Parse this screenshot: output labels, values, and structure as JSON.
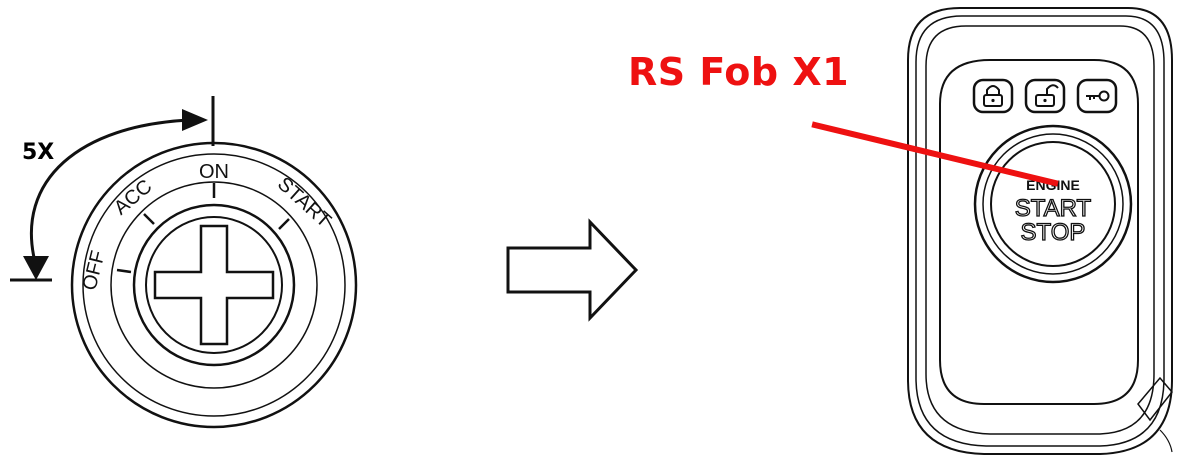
{
  "rotation_count": "5X",
  "ignition_positions": [
    "OFF",
    "ACC",
    "ON",
    "START"
  ],
  "fob_name": "RS Fob X1",
  "fob_button": {
    "line1": "ENGINE",
    "line2": "START",
    "line3": "STOP"
  },
  "fob_icons": [
    "lock-icon",
    "unlock-icon",
    "key-icon"
  ],
  "colors": {
    "accent": "#ee1111",
    "ink": "#111111"
  }
}
